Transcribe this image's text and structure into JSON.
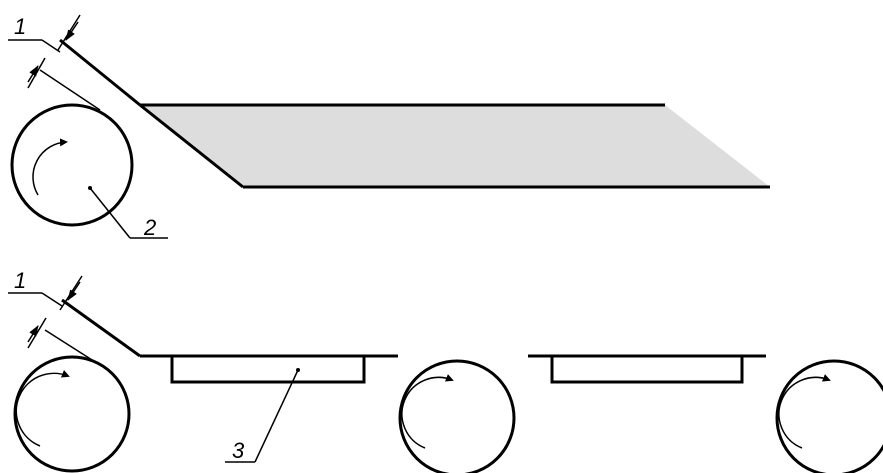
{
  "labels": {
    "thickness_top": "1",
    "roller": "2",
    "thickness_bottom": "1",
    "support": "3"
  },
  "colors": {
    "stroke": "#000000",
    "shaded_area": "#dddddd",
    "background": "#ffffff"
  },
  "icons": {
    "rotation_arrow": "clockwise-arrow-icon"
  }
}
